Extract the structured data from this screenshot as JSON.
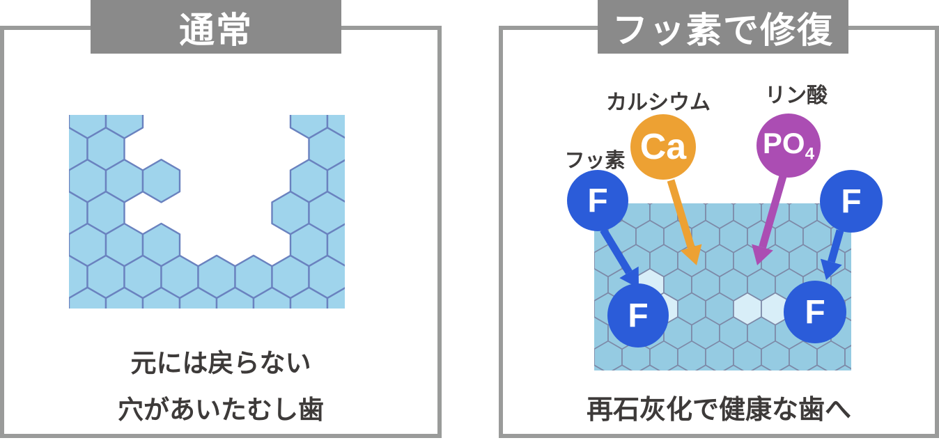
{
  "panels": {
    "left": {
      "header": "通常",
      "caption_line1": "元には戻らない",
      "caption_line2": "穴があいたむし歯"
    },
    "right": {
      "header": "フッ素で修復",
      "caption": "再石灰化で健康な歯へ",
      "labels": {
        "calcium": "カルシウム",
        "phosphate": "リン酸",
        "fluoride": "フッ素"
      },
      "ions": {
        "calcium": "Ca",
        "phosphate_main": "PO",
        "phosphate_sub": "4",
        "fluoride": "F"
      }
    }
  },
  "colors": {
    "header_bg": "#8a8a8a",
    "header_text": "#ffffff",
    "panel_border": "#9a9b9a",
    "text_dark": "#3d3a39",
    "enamel_fill_left": "#9fd4ec",
    "enamel_stroke_left": "#6a82bf",
    "enamel_fill_right": "#95cbe2",
    "enamel_stroke_right": "#7d89a7",
    "repaired_hex_fill": "#d8eef8",
    "fluoride_blue": "#2b5cd9",
    "calcium_orange": "#eda133",
    "phosphate_purple": "#ab4db3"
  }
}
